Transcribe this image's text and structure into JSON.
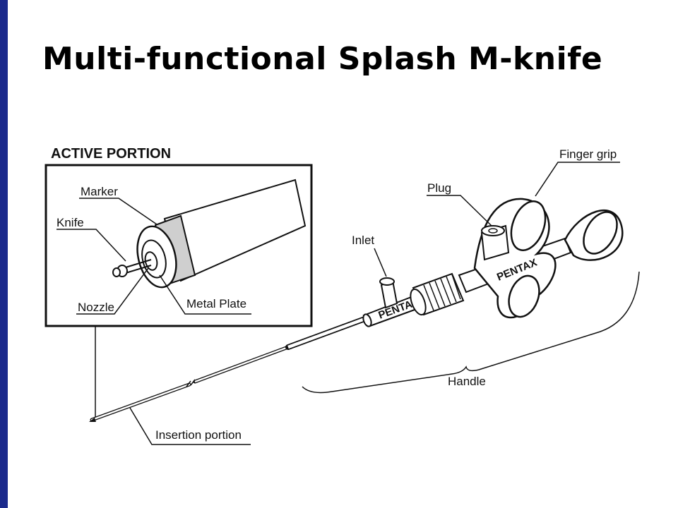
{
  "title": "Multi-functional Splash M-knife",
  "colors": {
    "accent_bar": "#1b2a8c",
    "marker_band": "#cfcfcf"
  },
  "inset": {
    "heading": "ACTIVE PORTION",
    "labels": {
      "marker": "Marker",
      "knife": "Knife",
      "nozzle": "Nozzle",
      "metal_plate": "Metal Plate"
    }
  },
  "labels": {
    "finger_grip": "Finger grip",
    "plug": "Plug",
    "inlet": "Inlet",
    "handle": "Handle",
    "insertion_portion": "Insertion portion"
  },
  "brand_text": "PENTAX"
}
